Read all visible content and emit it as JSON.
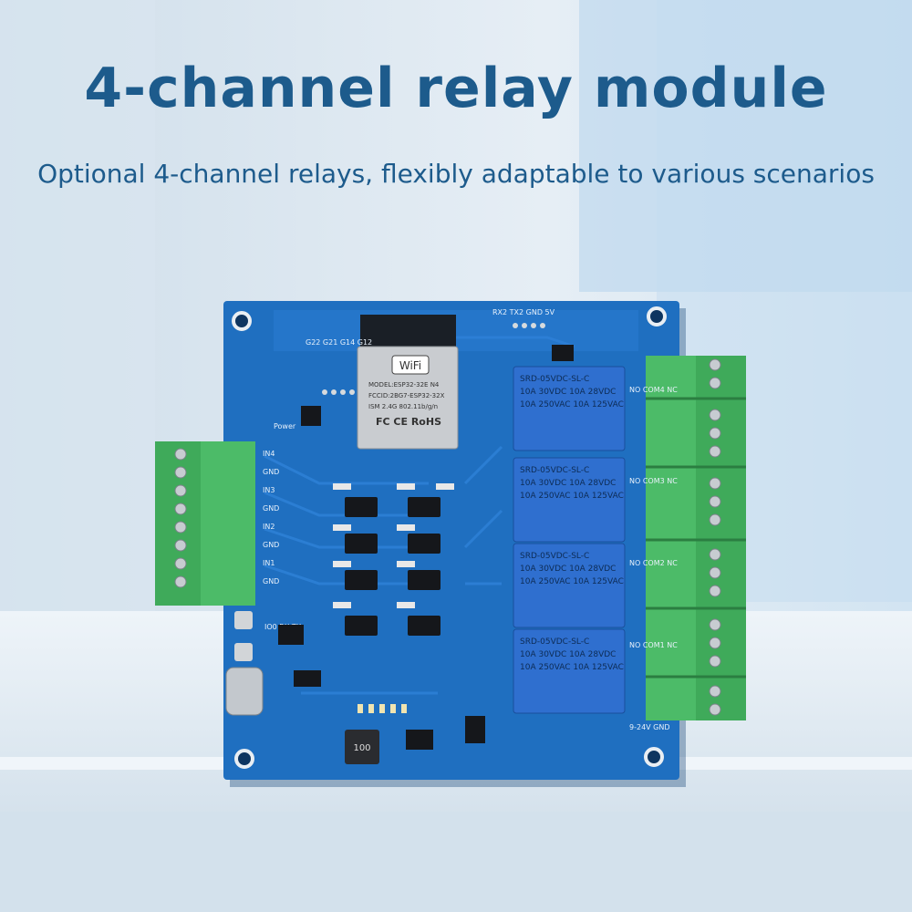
{
  "header": {
    "title": "4-channel relay module",
    "subtitle": "Optional 4-channel relays, flexibly adaptable to various scenarios"
  },
  "module": {
    "wifi_logo": "WiFi",
    "model_line": "MODEL:ESP32-32E N4",
    "fcc_line": "FCCID:2BG7-ESP32-32X",
    "ism_line": "ISM 2.4G 802.11b/g/n",
    "cert_marks": "FC CE RoHS"
  },
  "relay_text": {
    "line1": "SRD-05VDC-SL-C",
    "line2": "10A 30VDC 10A 28VDC",
    "line3": "10A 250VAC 10A 125VAC"
  },
  "silkscreen": {
    "uart_header": "RX2 TX2 GND 5V",
    "inputs": [
      "IN4",
      "GND",
      "IN3",
      "GND",
      "IN2",
      "GND",
      "IN1",
      "GND"
    ],
    "gpio": "G22 G21 G14 G12",
    "power": "Power",
    "serial": "IO0 RX TX",
    "terminals": [
      "NO COM4 NC",
      "NO COM3 NC",
      "NO COM2 NC",
      "NO COM1 NC"
    ],
    "supply": "9-24V GND",
    "inductor": "100"
  },
  "colors": {
    "title": "#1d5b8c",
    "pcb": "#1f6fc0",
    "relay": "#2f6fcf",
    "terminal": "#3faa5a"
  }
}
